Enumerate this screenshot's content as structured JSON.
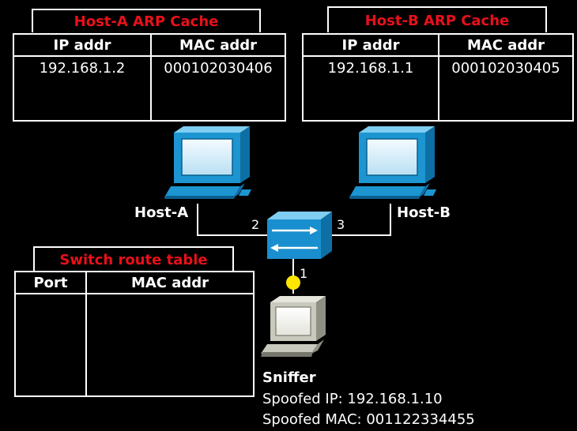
{
  "host_a_cache": {
    "title": "Host-A ARP Cache",
    "col_ip": "IP addr",
    "col_mac": "MAC addr",
    "row_ip": "192.168.1.2",
    "row_mac": "000102030406"
  },
  "host_b_cache": {
    "title": "Host-B ARP Cache",
    "col_ip": "IP addr",
    "col_mac": "MAC addr",
    "row_ip": "192.168.1.1",
    "row_mac": "000102030405"
  },
  "switch_table": {
    "title": "Switch route table",
    "col_port": "Port",
    "col_mac": "MAC addr"
  },
  "nodes": {
    "host_a": "Host-A",
    "host_b": "Host-B",
    "sniffer": "Sniffer"
  },
  "ports": {
    "p1": "1",
    "p2": "2",
    "p3": "3"
  },
  "sniffer_info": {
    "spoofed_ip": "Spoofed IP: 192.168.1.10",
    "spoofed_mac": "Spoofed MAC: 001122334455"
  },
  "colors": {
    "title_red": "#e8101a",
    "computer_blue": "#1c95d0",
    "switch_blue": "#1a8fcf",
    "sniffer_gray": "#c9c9bd",
    "link_yellow": "#ffe600"
  }
}
